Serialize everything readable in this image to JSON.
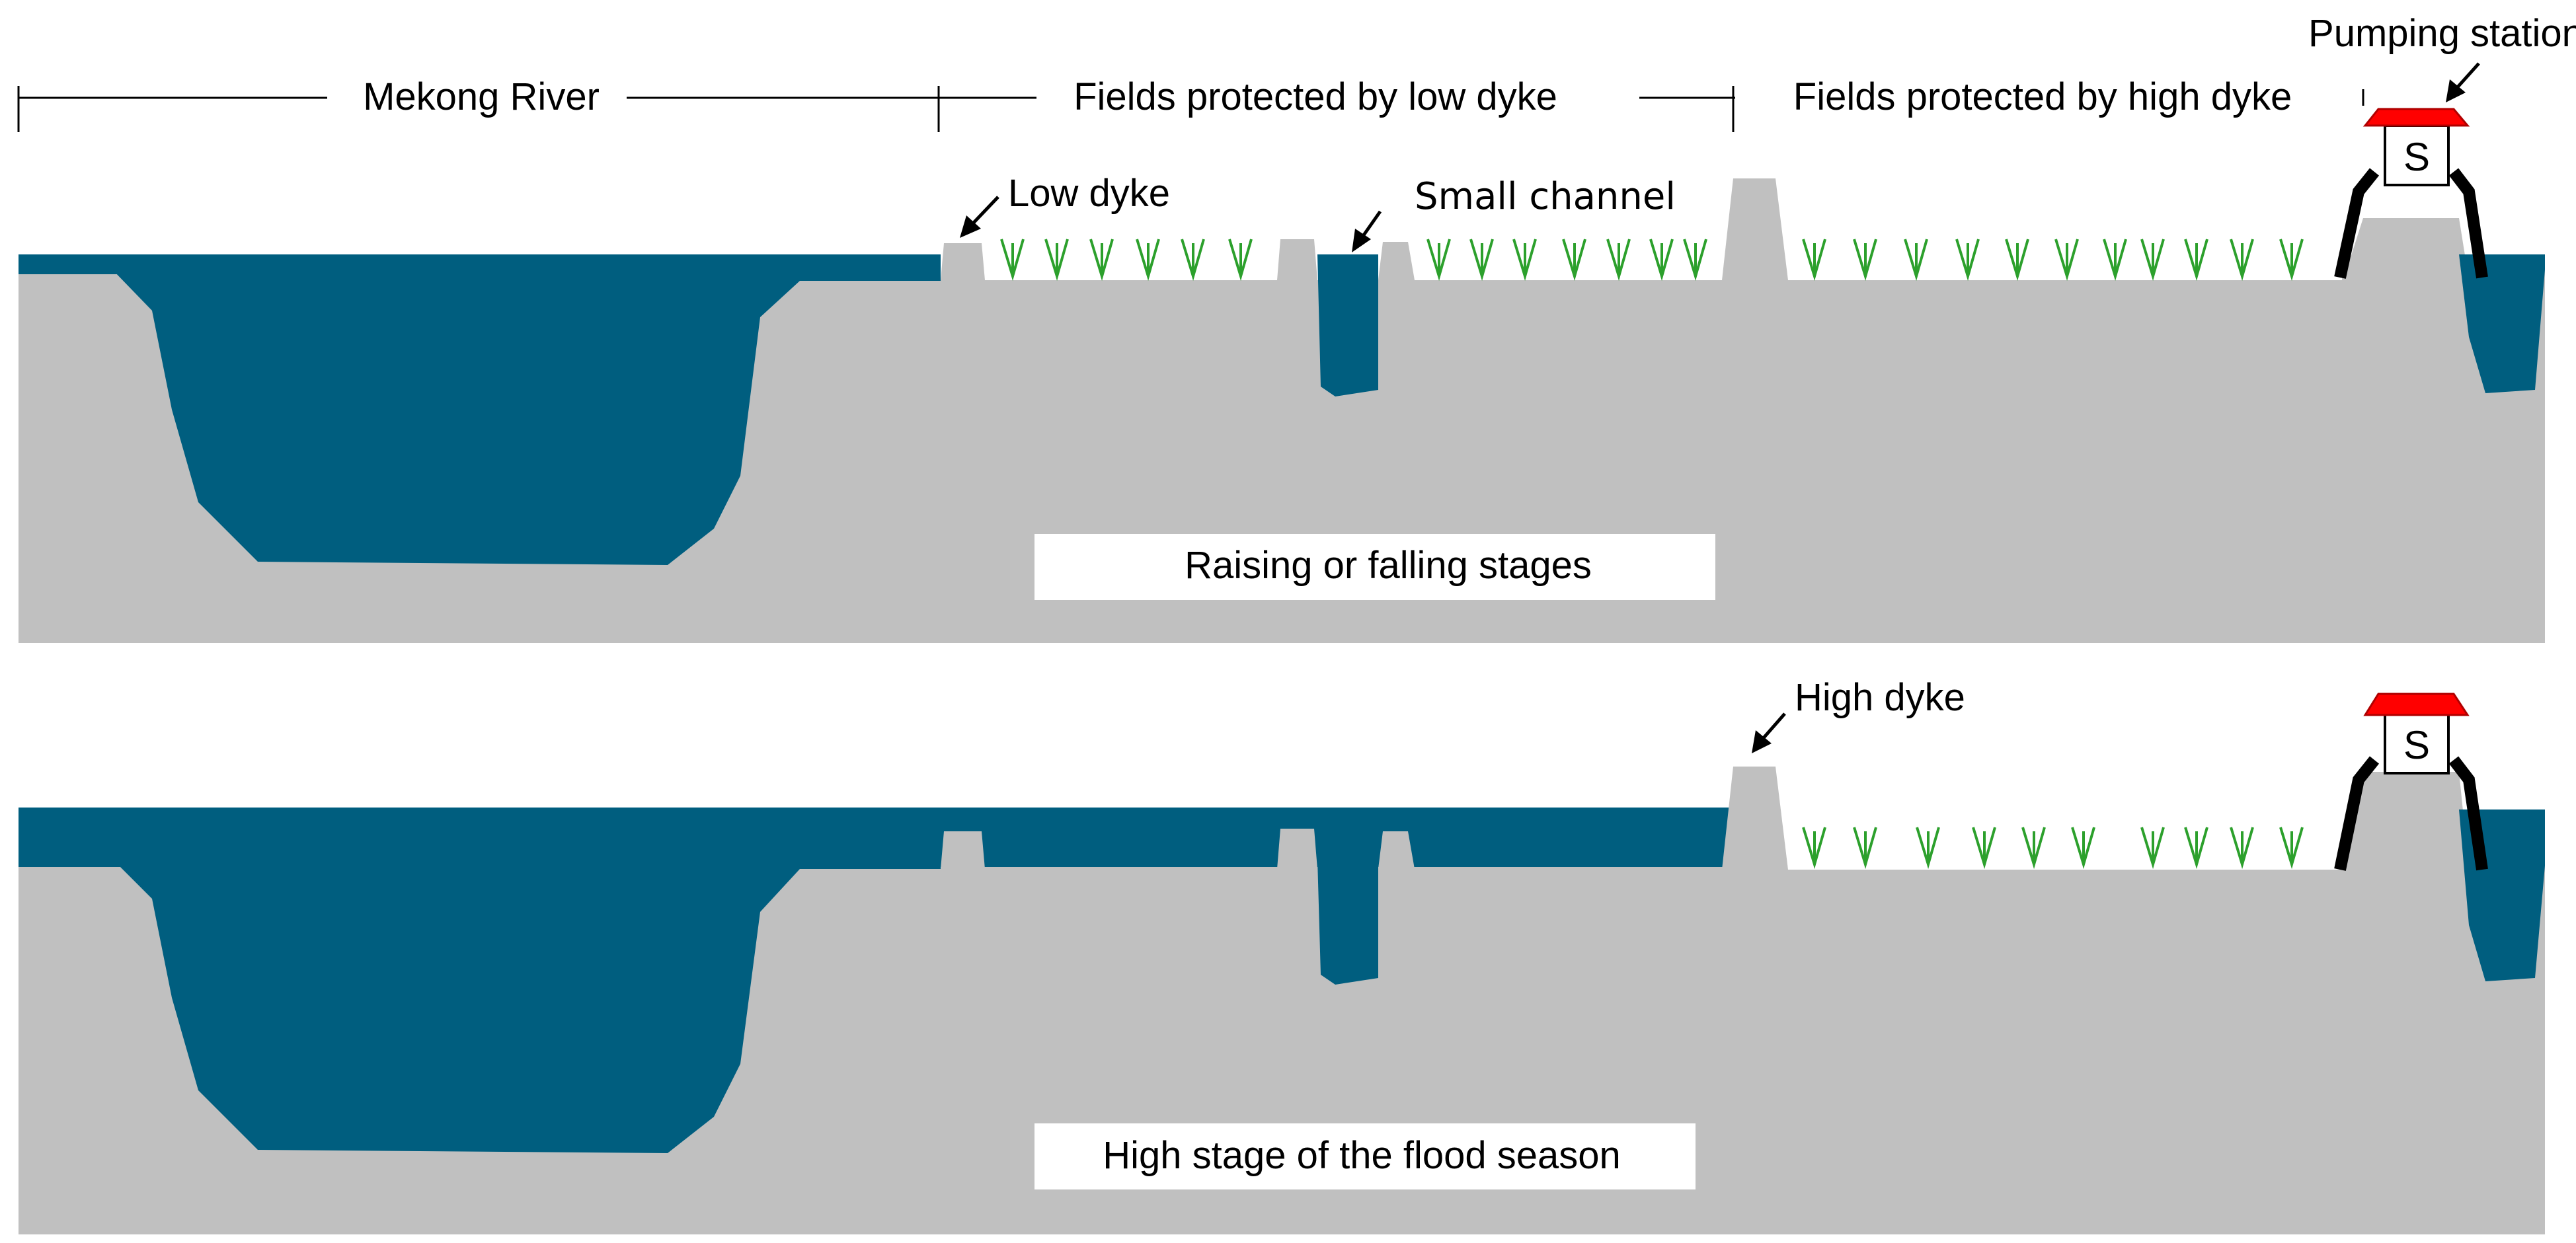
{
  "labels": {
    "mekong_river": "Mekong River",
    "fields_low_dyke": "Fields protected by low dyke",
    "fields_high_dyke": "Fields protected by high dyke",
    "pumping_station": "Pumping station",
    "low_dyke": "Low dyke",
    "small_channel": "Small channel",
    "high_dyke": "High dyke",
    "station_letter": "S"
  },
  "panels": [
    {
      "caption": "Raising or falling stages"
    },
    {
      "caption": "High stage of the flood season"
    }
  ],
  "colors": {
    "ground": "#c0c0c0",
    "water": "#005e7f",
    "roof": "#ff0000",
    "plant": "#2ca02c",
    "frame": "#000000"
  }
}
